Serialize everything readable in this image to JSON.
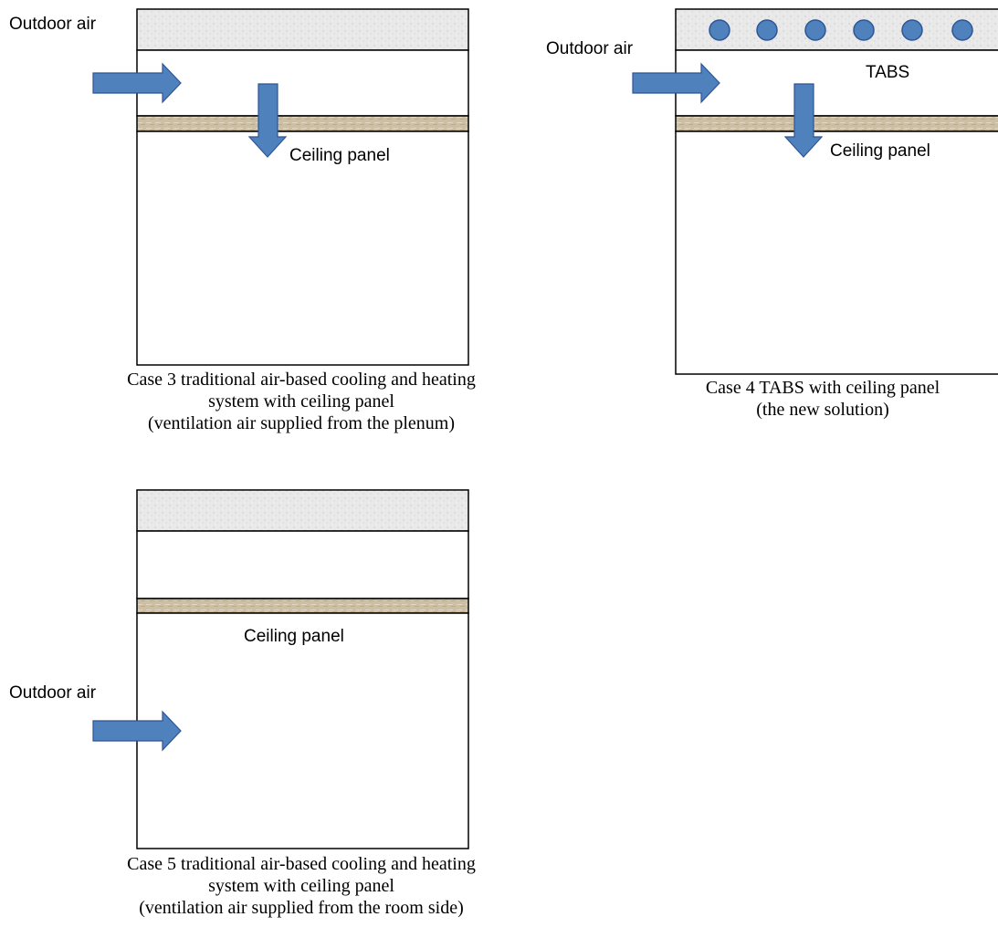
{
  "colors": {
    "arrow_fill": "#4f81bd",
    "arrow_stroke": "#2f5597",
    "concrete": "#e7e7e7",
    "panel": "#cbbfa4",
    "pipe": "#4f81bd",
    "outline": "#000000"
  },
  "panels": [
    {
      "id": "case3",
      "labels": {
        "outdoor_air": "Outdoor air",
        "ceiling_panel": "Ceiling panel"
      },
      "caption": [
        "Case 3 traditional air-based cooling and heating",
        "system with ceiling panel",
        "(ventilation air supplied from the plenum)"
      ]
    },
    {
      "id": "case4",
      "labels": {
        "outdoor_air": "Outdoor air",
        "tabs": "TABS",
        "ceiling_panel": "Ceiling panel"
      },
      "caption": [
        "Case 4 TABS with ceiling panel",
        "(the new solution)"
      ]
    },
    {
      "id": "case5",
      "labels": {
        "outdoor_air": "Outdoor air",
        "ceiling_panel": "Ceiling panel"
      },
      "caption": [
        "Case 5 traditional air-based cooling and heating",
        "system with ceiling panel",
        "(ventilation air supplied from the room side)"
      ]
    }
  ]
}
